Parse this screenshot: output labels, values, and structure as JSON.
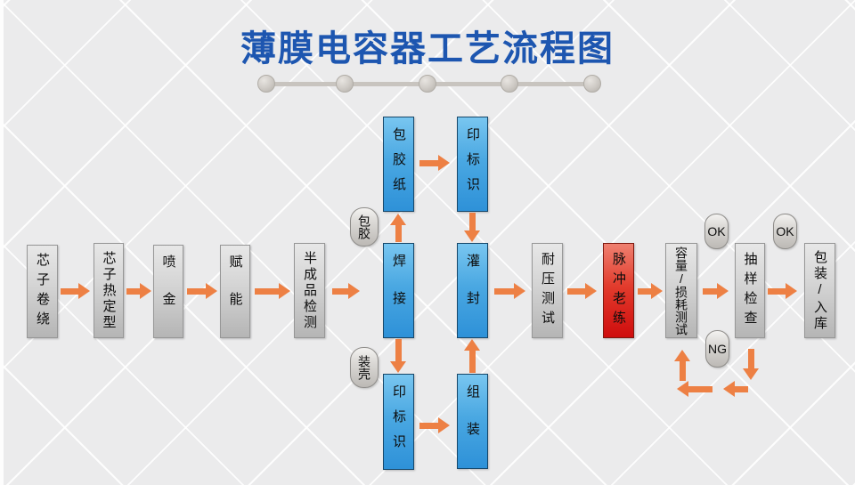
{
  "title": "薄膜电容器工艺流程图",
  "palette": {
    "title_blue": "#1d56b0",
    "arrow_orange": "#ed8044",
    "gray_box_top": "#e7e7e7",
    "gray_box_bottom": "#b5b5b5",
    "blue_box_top": "#79c6f0",
    "blue_box_bottom": "#2e91d8",
    "red_box_top": "#ef8070",
    "red_box_bottom": "#cf0d0d"
  },
  "nodes": {
    "main": [
      {
        "label": "芯子卷绕"
      },
      {
        "label": "芯子热定型"
      },
      {
        "label": "喷金"
      },
      {
        "label": "赋能"
      },
      {
        "label": "半成品检测"
      },
      {
        "label": "焊接"
      },
      {
        "label": "灌封"
      },
      {
        "label": "耐压测试"
      },
      {
        "label": "脉冲老练"
      },
      {
        "label": "容量/损耗测试"
      },
      {
        "label": "抽样检查"
      },
      {
        "label": "包装/入库"
      }
    ],
    "top_branch": [
      {
        "label": "包胶纸"
      },
      {
        "label": "印标识"
      }
    ],
    "bottom_branch": [
      {
        "label": "印标识"
      },
      {
        "label": "组装"
      }
    ],
    "tags": {
      "baojiao": "包胶",
      "zhuangke": "装壳",
      "ok1": "OK",
      "ok2": "OK",
      "ng": "NG"
    }
  }
}
